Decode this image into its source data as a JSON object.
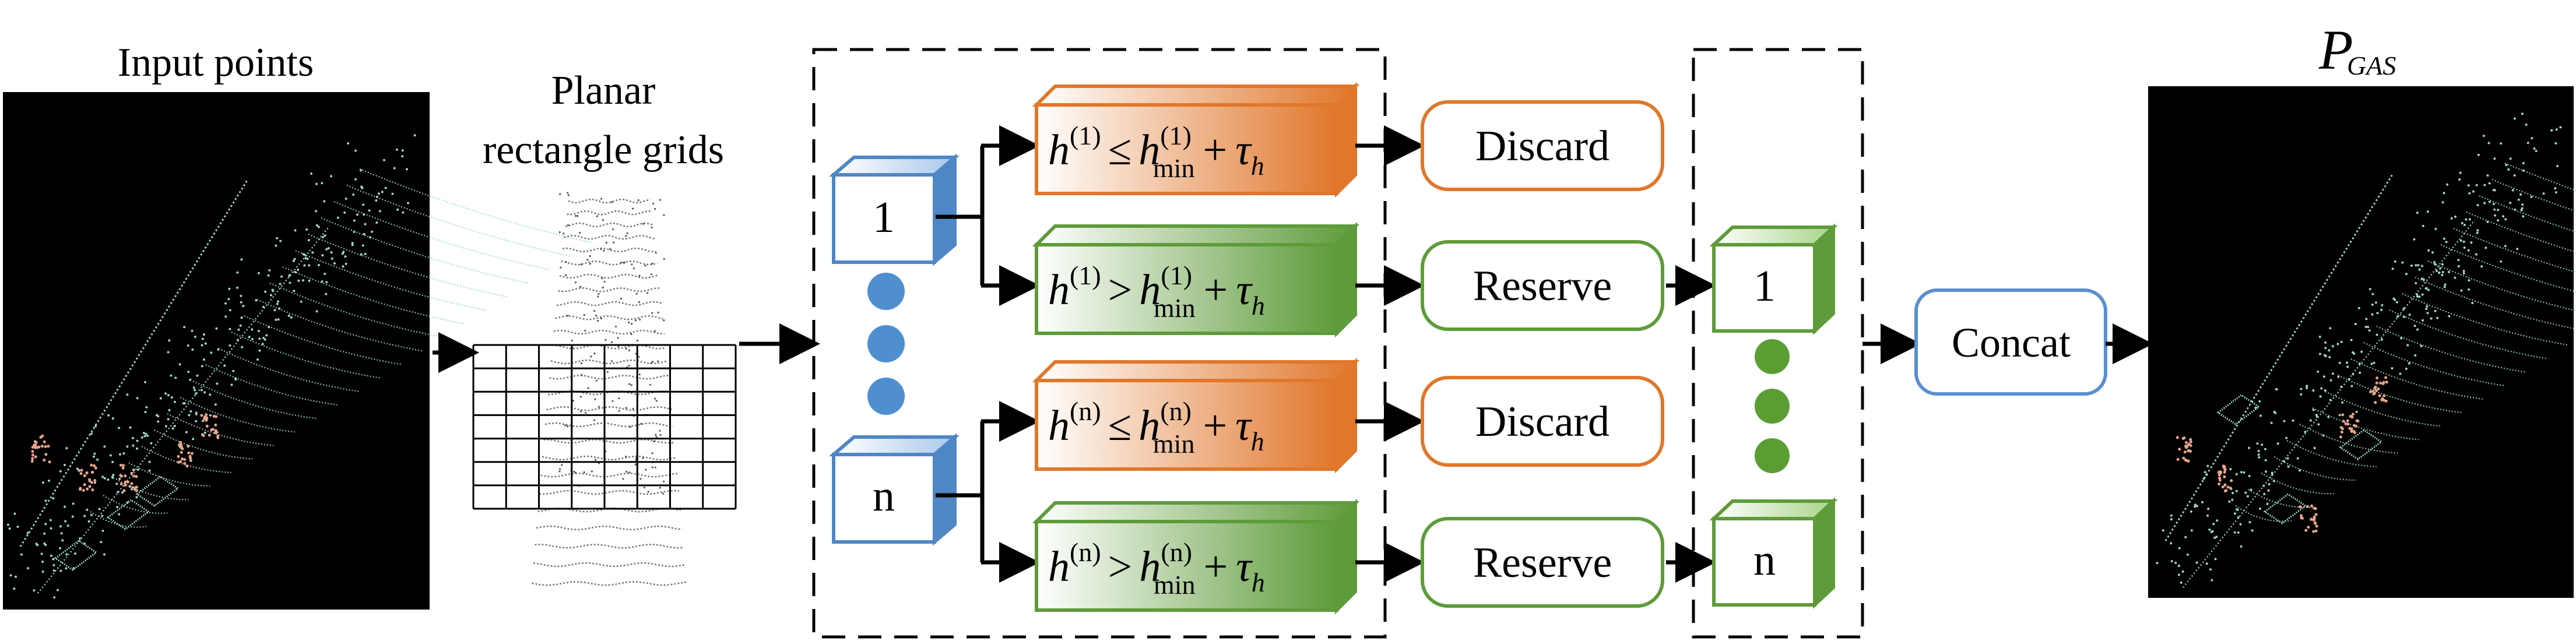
{
  "labels": {
    "input_points": "Input points",
    "planar_line1": "Planar",
    "planar_line2": "rectangle grids",
    "output_symbol": "P",
    "output_subscript": "GAS",
    "concat": "Concat"
  },
  "cubes_in": [
    {
      "label": "1"
    },
    {
      "label": "n"
    }
  ],
  "conditions": [
    {
      "sup": "(1)",
      "op": "≤",
      "outcome": "Discard",
      "kind": "discard"
    },
    {
      "sup": "(1)",
      "op": ">",
      "outcome": "Reserve",
      "kind": "reserve"
    },
    {
      "sup": "(n)",
      "op": "≤",
      "outcome": "Discard",
      "kind": "discard"
    },
    {
      "sup": "(n)",
      "op": ">",
      "outcome": "Reserve",
      "kind": "reserve"
    }
  ],
  "cubes_out": [
    {
      "label": "1"
    },
    {
      "label": "n"
    }
  ],
  "math": {
    "h": "h",
    "min": "min",
    "plus": "+",
    "tau": "τ",
    "tau_sub": "h"
  },
  "colors": {
    "discard": "#e0772b",
    "reserve": "#5e9b3a",
    "cube_blue": "#4f86c6",
    "dot_blue": "#4f8fd0",
    "dot_green": "#5a9e33",
    "concat": "#5b8fd0",
    "lidar_teal": "#9ed6c8",
    "lidar_salmon": "#e8a48c"
  }
}
